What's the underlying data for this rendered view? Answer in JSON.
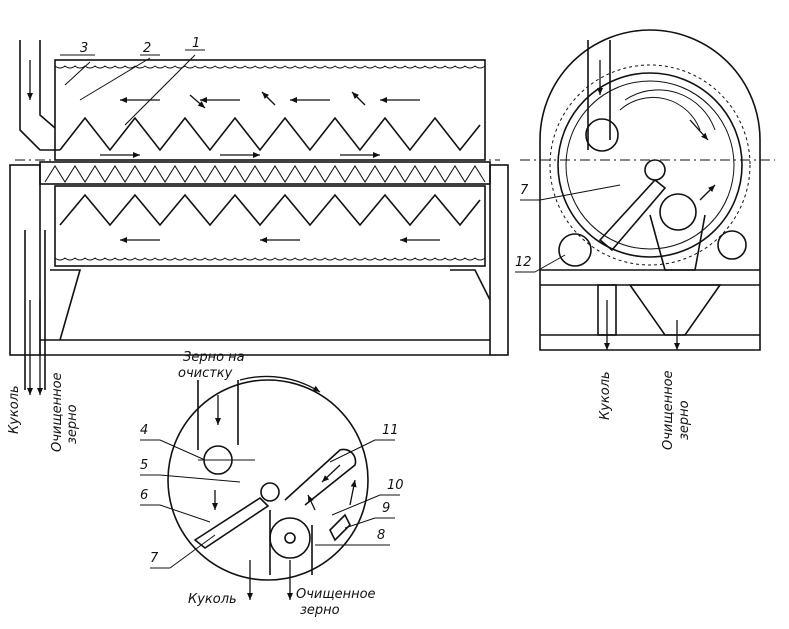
{
  "figure": {
    "callouts_main": [
      "3",
      "2",
      "1"
    ],
    "callouts_end": [
      "7",
      "12"
    ],
    "callouts_detail": [
      "4",
      "5",
      "6",
      "7",
      "11",
      "10",
      "9",
      "8"
    ],
    "labels": {
      "kukol": "Куколь",
      "clean_grain_line1": "Очищенное",
      "clean_grain_line2": "зерно",
      "grain_in_line1": "Зерно на",
      "grain_in_line2": "очистку"
    }
  }
}
